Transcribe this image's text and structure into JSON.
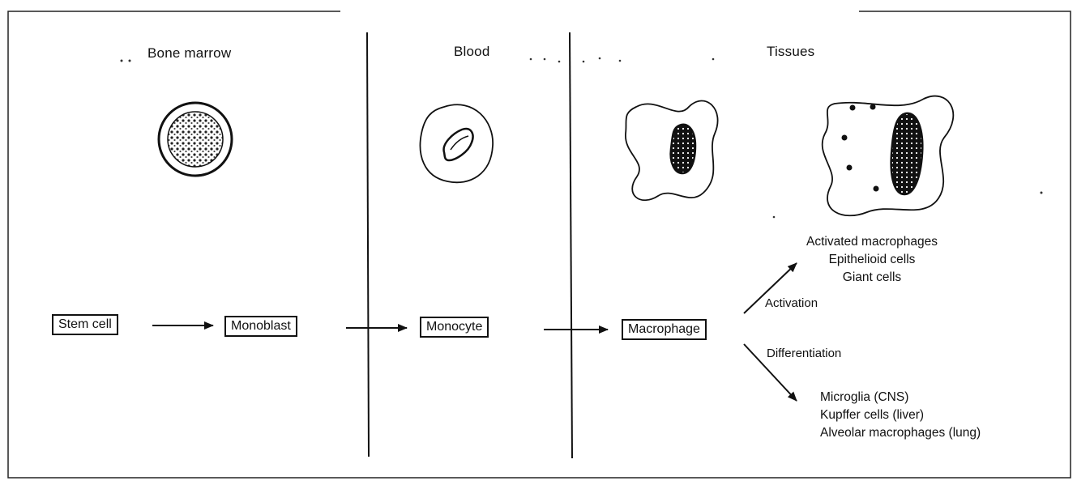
{
  "regions": {
    "bone_marrow": "Bone marrow",
    "blood": "Blood",
    "tissues": "Tissues"
  },
  "stages": {
    "stem_cell": "Stem cell",
    "monoblast": "Monoblast",
    "monocyte": "Monocyte",
    "macrophage": "Macrophage"
  },
  "pathways": {
    "activation": {
      "label": "Activation",
      "outcomes": [
        "Activated macrophages",
        "Epithelioid cells",
        "Giant cells"
      ]
    },
    "differentiation": {
      "label": "Differentiation",
      "outcomes": [
        "Microglia (CNS)",
        "Kupffer cells (liver)",
        "Alveolar macrophages (lung)"
      ]
    }
  }
}
